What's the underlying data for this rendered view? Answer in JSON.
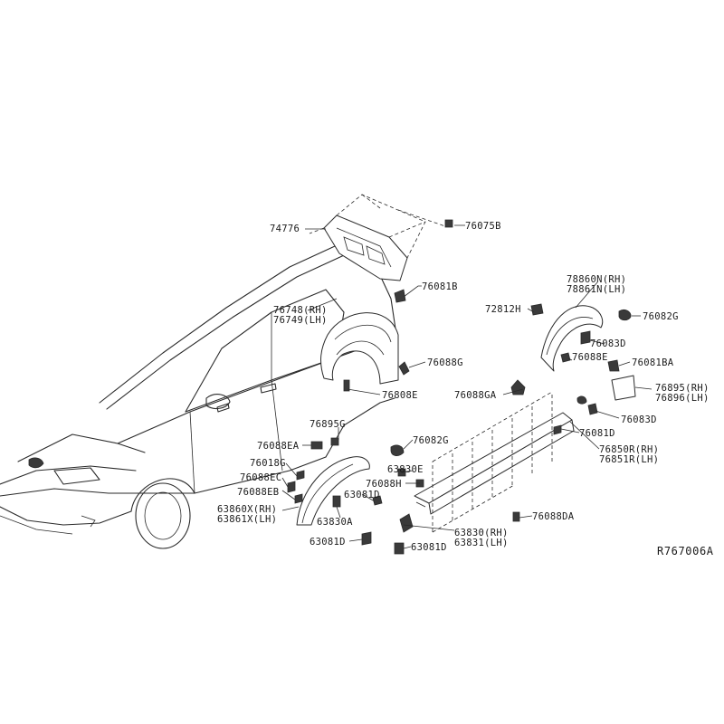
{
  "diagram": {
    "reference_code": "R767006A",
    "callouts": [
      {
        "id": "c74776",
        "lines": [
          "74776"
        ]
      },
      {
        "id": "c76075B",
        "lines": [
          "76075B"
        ]
      },
      {
        "id": "c76081B",
        "lines": [
          "76081B"
        ]
      },
      {
        "id": "c76748",
        "lines": [
          "76748(RH)",
          "76749(LH)"
        ]
      },
      {
        "id": "c76088G",
        "lines": [
          "76088G"
        ]
      },
      {
        "id": "c76808E",
        "lines": [
          "76808E"
        ]
      },
      {
        "id": "c78860N",
        "lines": [
          "78860N(RH)",
          "78861N(LH)"
        ]
      },
      {
        "id": "c72812H",
        "lines": [
          "72812H"
        ]
      },
      {
        "id": "c76082G_top",
        "lines": [
          "76082G"
        ]
      },
      {
        "id": "c76083D_top",
        "lines": [
          "76083D"
        ]
      },
      {
        "id": "c76088E",
        "lines": [
          "76088E"
        ]
      },
      {
        "id": "c76081BA",
        "lines": [
          "76081BA"
        ]
      },
      {
        "id": "c76895",
        "lines": [
          "76895(RH)",
          "76896(LH)"
        ]
      },
      {
        "id": "c76088GA",
        "lines": [
          "76088GA"
        ]
      },
      {
        "id": "c76083D_right",
        "lines": [
          "76083D"
        ]
      },
      {
        "id": "c76081D",
        "lines": [
          "76081D"
        ]
      },
      {
        "id": "c76850R",
        "lines": [
          "76850R(RH)",
          "76851R(LH)"
        ]
      },
      {
        "id": "c76895G",
        "lines": [
          "76895G"
        ]
      },
      {
        "id": "c76088EA",
        "lines": [
          "76088EA"
        ]
      },
      {
        "id": "c76082G_mid",
        "lines": [
          "76082G"
        ]
      },
      {
        "id": "c76018G",
        "lines": [
          "76018G"
        ]
      },
      {
        "id": "c63830E",
        "lines": [
          "63830E"
        ]
      },
      {
        "id": "c76088EC",
        "lines": [
          "76088EC"
        ]
      },
      {
        "id": "c76088H",
        "lines": [
          "76088H"
        ]
      },
      {
        "id": "c76088EB",
        "lines": [
          "76088EB"
        ]
      },
      {
        "id": "c63081D_mid",
        "lines": [
          "63081D"
        ]
      },
      {
        "id": "c63860X",
        "lines": [
          "63860X(RH)",
          "63861X(LH)"
        ]
      },
      {
        "id": "c63830A",
        "lines": [
          "63830A"
        ]
      },
      {
        "id": "c76088DA",
        "lines": [
          "76088DA"
        ]
      },
      {
        "id": "c63830",
        "lines": [
          "63830(RH)",
          "63831(LH)"
        ]
      },
      {
        "id": "c63081D_left",
        "lines": [
          "63081D"
        ]
      },
      {
        "id": "c63081D_right",
        "lines": [
          "63081D"
        ]
      }
    ]
  }
}
